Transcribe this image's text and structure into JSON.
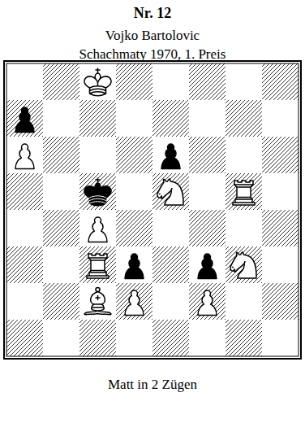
{
  "diagram": {
    "title": "Nr. 12",
    "labels": [
      "Vojko Bartolovic",
      "Schachmaty 1970, 1. Preis"
    ],
    "caption": "Matt in 2 Zügen"
  }
}
